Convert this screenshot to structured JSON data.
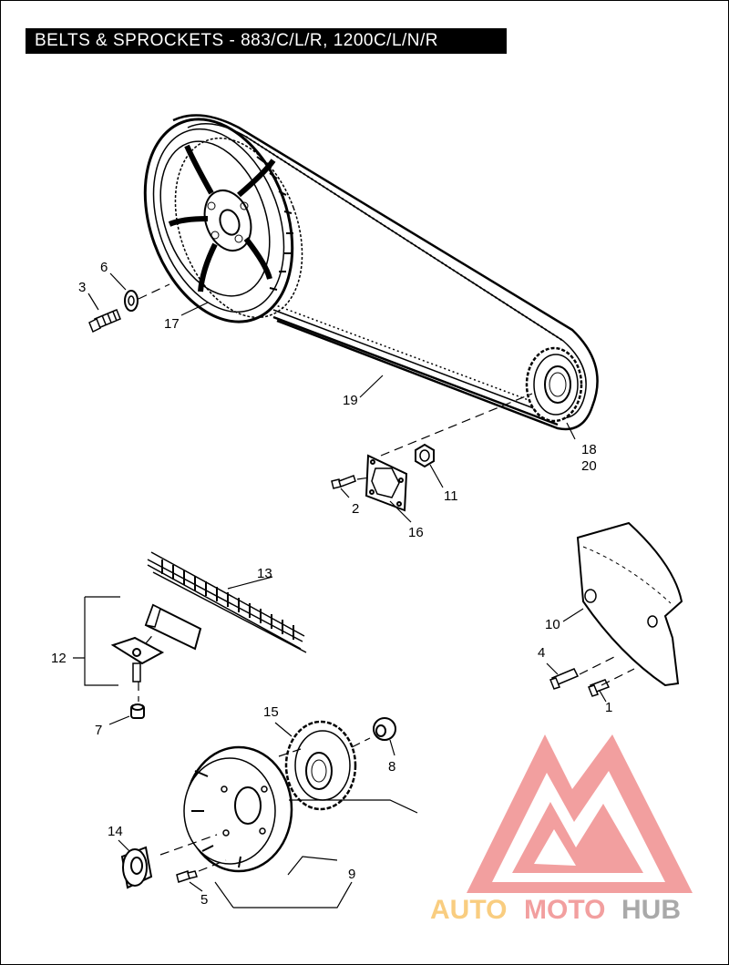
{
  "title": "BELTS & SPROCKETS - 883/C/L/R, 1200C/L/N/R",
  "callouts": [
    "1",
    "2",
    "3",
    "4",
    "5",
    "6",
    "7",
    "8",
    "9",
    "10",
    "11",
    "12",
    "13",
    "14",
    "15",
    "16",
    "17",
    "18",
    "19",
    "20"
  ],
  "watermark": {
    "part1": "AUTO",
    "part2": "MOTO",
    "part3": "HUB",
    "colors": {
      "orange": "#f9c56a",
      "red": "#f08f8f",
      "gray": "#9b9b9b"
    }
  }
}
